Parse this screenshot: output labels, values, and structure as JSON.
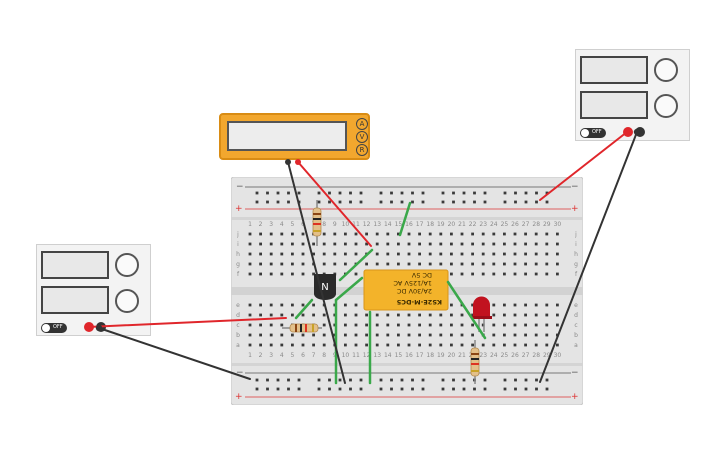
{
  "multimeter": {
    "display": "",
    "mode_buttons": [
      "A",
      "V",
      "R"
    ]
  },
  "supply_left": {
    "display_top": "",
    "display_bottom": "",
    "knob_top_label": "",
    "knob_bottom_label": "",
    "switch_label": "OFF"
  },
  "supply_right": {
    "display_top": "",
    "display_bottom": "",
    "knob_top_label": "",
    "knob_bottom_label": "",
    "switch_label": "OFF"
  },
  "breadboard": {
    "column_numbers": [
      "1",
      "2",
      "3",
      "4",
      "5",
      "6",
      "7",
      "8",
      "9",
      "10",
      "11",
      "12",
      "13",
      "14",
      "15",
      "16",
      "17",
      "18",
      "19",
      "20",
      "21",
      "22",
      "23",
      "24",
      "25",
      "26",
      "27",
      "28",
      "29",
      "30"
    ],
    "row_letters_top": [
      "j",
      "i",
      "h",
      "g",
      "f"
    ],
    "row_letters_bottom": [
      "e",
      "d",
      "c",
      "b",
      "a"
    ],
    "rail_plus": "+",
    "rail_minus": "−"
  },
  "transistor": {
    "label": "N"
  },
  "relay": {
    "model": "KS2E-M-DC5",
    "rating_1": "2A/30V DC",
    "rating_2": "1A/125V AC",
    "rating_3": "DC 5V"
  }
}
